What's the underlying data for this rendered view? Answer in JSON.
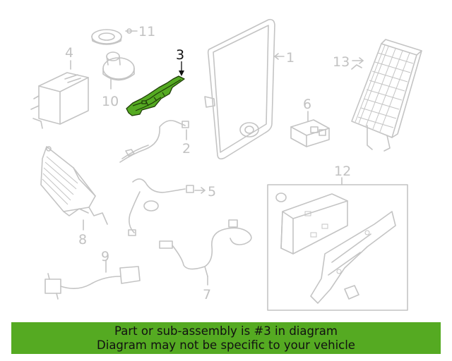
{
  "callouts": {
    "c1": "1",
    "c2": "2",
    "c3": "3",
    "c4": "4",
    "c5": "5",
    "c6": "6",
    "c7": "7",
    "c8": "8",
    "c9": "9",
    "c10": "10",
    "c11": "11",
    "c12": "12",
    "c13": "13"
  },
  "highlighted_part": "3",
  "colors": {
    "highlight": "#55aa22",
    "line_art": "#c4c4c4",
    "banner_background": "#55aa22",
    "banner_text": "#111111"
  },
  "banner": {
    "line1": "Part or sub-assembly is #3 in diagram",
    "line2": "Diagram may not be specific to your vehicle"
  }
}
